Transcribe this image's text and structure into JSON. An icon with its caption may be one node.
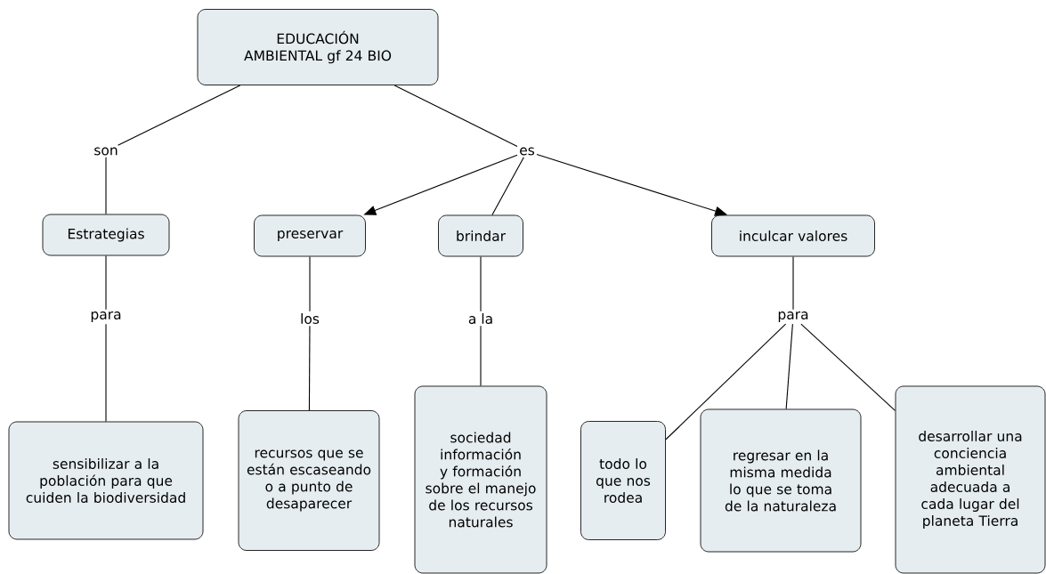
{
  "diagram": {
    "nodes": [
      {
        "text": [
          "EDUCACIÓN AMBIENTAL gf 24 BIO"
        ]
      },
      {
        "text": [
          "son"
        ]
      },
      {
        "text": [
          "es"
        ]
      },
      {
        "text": [
          "Estrategias"
        ]
      },
      {
        "text": [
          "preservar"
        ]
      },
      {
        "text": [
          "brindar"
        ]
      },
      {
        "text": [
          "inculcar valores"
        ]
      },
      {
        "text": [
          "para"
        ]
      },
      {
        "text": [
          "los"
        ]
      },
      {
        "text": [
          "a la"
        ]
      },
      {
        "text": [
          "para"
        ]
      },
      {
        "text": [
          "sensibilizar a la población para que cuiden la biodiversidad"
        ]
      },
      {
        "text": [
          "recursos que se están escaseando o a punto de desaparecer"
        ]
      },
      {
        "text": [
          "sociedad información y formación sobre el manejo de los recursos naturales"
        ]
      },
      {
        "text": [
          "todo lo que nos rodea"
        ]
      },
      {
        "text": [
          "regresar en la misma medida lo que se toma de la naturaleza"
        ]
      },
      {
        "text": [
          "desarrollar una conciencia ambiental adecuada a cada lugar del planeta Tierra"
        ]
      }
    ],
    "edges": [
      {
        "from": 0,
        "to": 1,
        "arrow": "none"
      },
      {
        "from": 1,
        "to": 3,
        "arrow": "none"
      },
      {
        "from": 0,
        "to": 2,
        "arrow": "none"
      },
      {
        "from": 2,
        "to": 4,
        "arrow": "to"
      },
      {
        "from": 2,
        "to": 5,
        "arrow": "none"
      },
      {
        "from": 2,
        "to": 6,
        "arrow": "to"
      },
      {
        "from": 3,
        "to": 7,
        "arrow": "none"
      },
      {
        "from": 7,
        "to": 11,
        "arrow": "none"
      },
      {
        "from": 4,
        "to": 8,
        "arrow": "none"
      },
      {
        "from": 8,
        "to": 12,
        "arrow": "none"
      },
      {
        "from": 5,
        "to": 9,
        "arrow": "none"
      },
      {
        "from": 9,
        "to": 13,
        "arrow": "none"
      },
      {
        "from": 6,
        "to": 10,
        "arrow": "none"
      },
      {
        "from": 10,
        "to": 14,
        "arrow": "none"
      },
      {
        "from": 10,
        "to": 15,
        "arrow": "none"
      },
      {
        "from": 10,
        "to": 16,
        "arrow": "none"
      }
    ]
  }
}
